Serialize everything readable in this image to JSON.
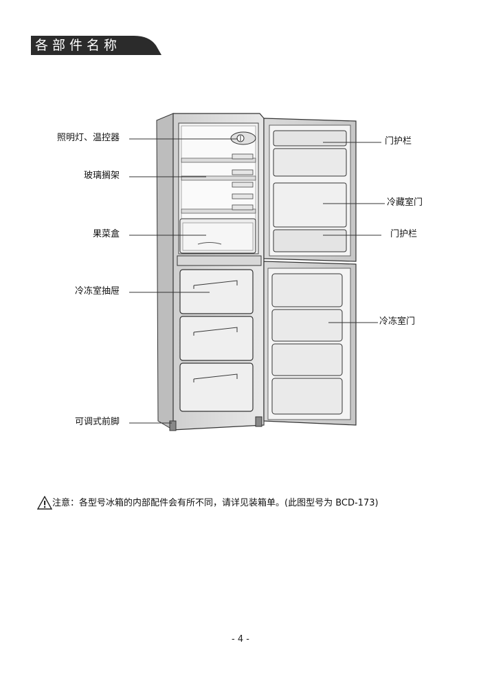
{
  "header": {
    "title": "各部件名称"
  },
  "labels": {
    "light_thermostat": "照明灯、温控器",
    "glass_shelf": "玻璃搁架",
    "crisper": "果菜盒",
    "freezer_drawer": "冷冻室抽屉",
    "adjustable_foot": "可调式前脚",
    "door_rack_top": "门护栏",
    "fridge_door": "冷藏室门",
    "door_rack_bottom": "门护栏",
    "freezer_door": "冷冻室门"
  },
  "note": {
    "text": "注意：各型号冰箱的内部配件会有所不同，请详见装箱单。(此图型号为 BCD-173)"
  },
  "footer": {
    "page": "- 4 -"
  },
  "colors": {
    "header_bg": "#2b2b2b",
    "line": "#333333"
  }
}
